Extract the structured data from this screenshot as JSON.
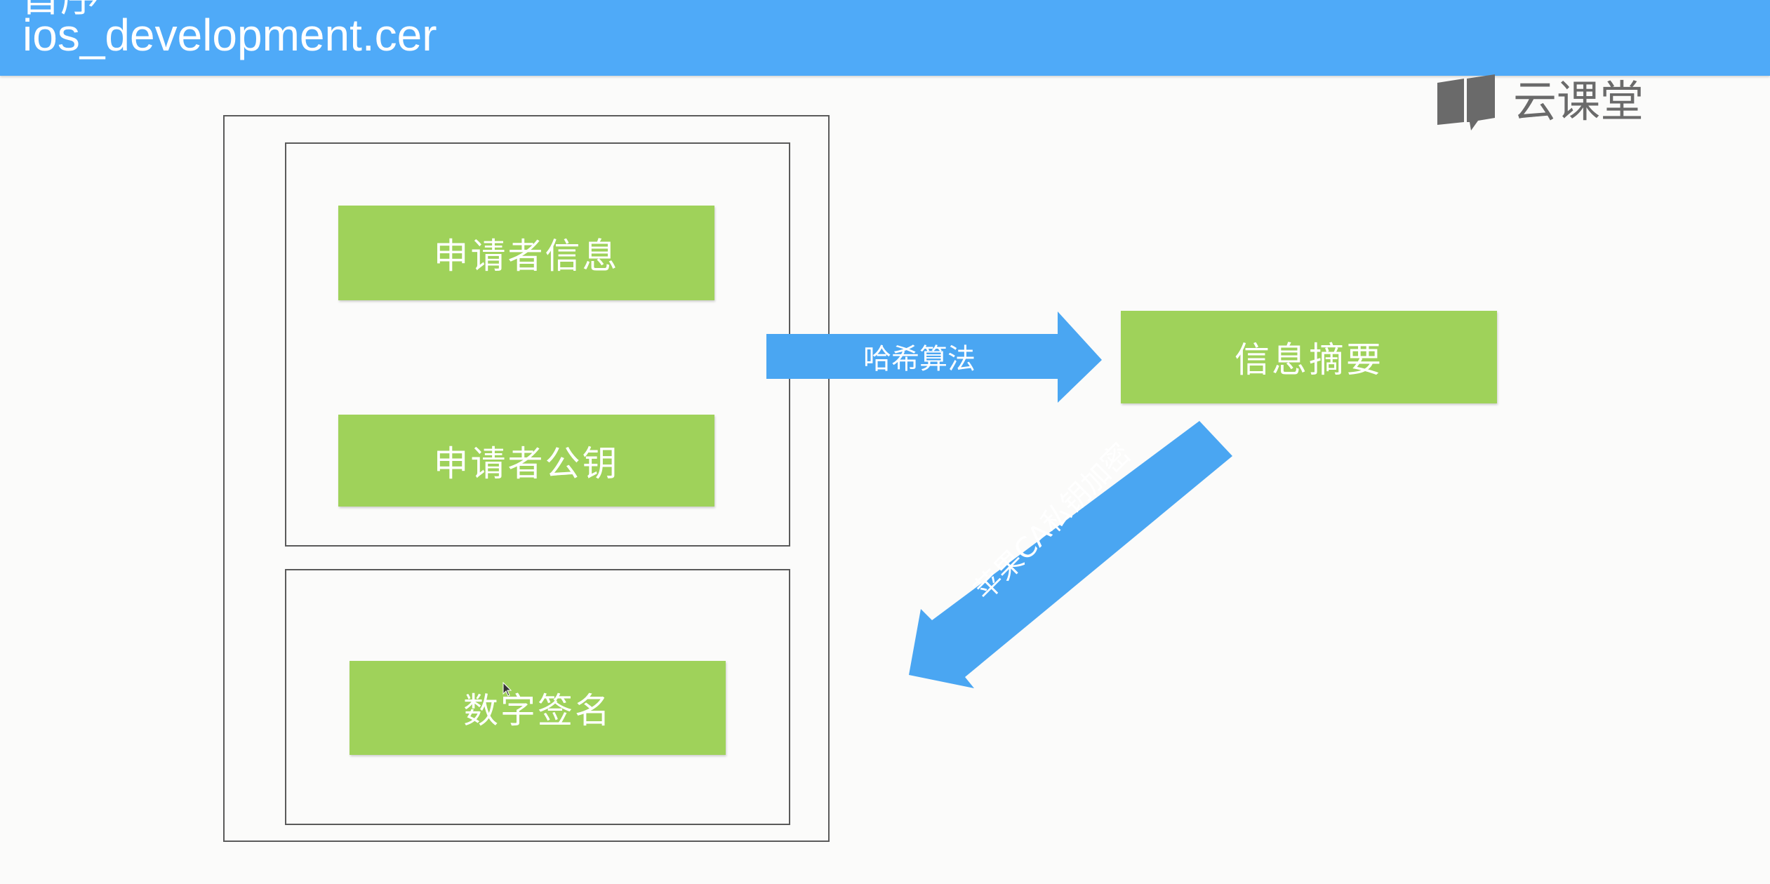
{
  "header": {
    "overflow_text": "首序",
    "title": "ios_development.cer"
  },
  "brand": {
    "name": "云课堂",
    "icon": "book-chat-icon"
  },
  "diagram": {
    "applicant_info": "申请者信息",
    "applicant_public_key": "申请者公钥",
    "digital_signature": "数字签名",
    "message_digest": "信息摘要",
    "hash_arrow_label": "哈希算法",
    "encrypt_arrow_label": "苹果CA私钥加密"
  },
  "colors": {
    "header_blue": "#4faaf8",
    "box_green": "#9fd25a",
    "arrow_blue": "#4aa6f2",
    "frame_gray": "#5a5a5a"
  }
}
